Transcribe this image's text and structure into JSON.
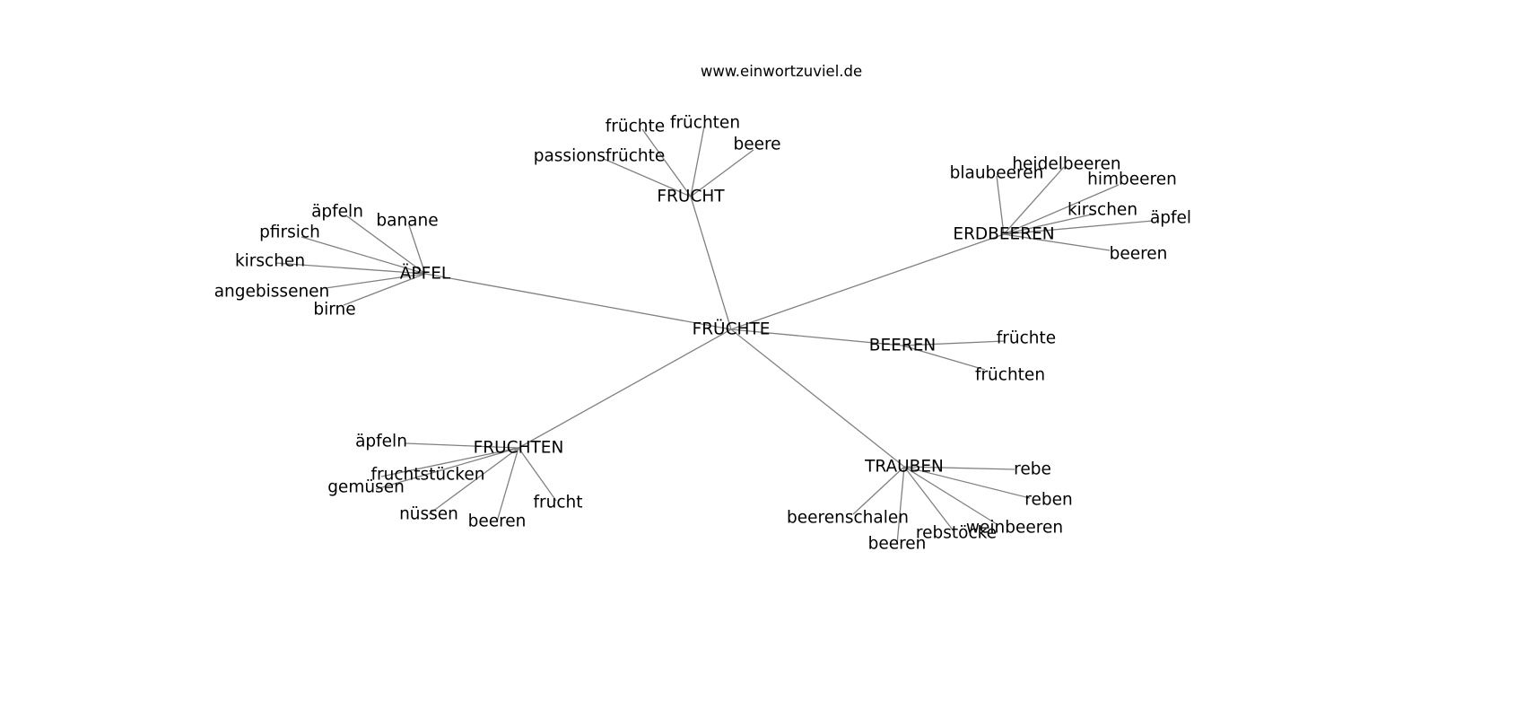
{
  "site_title": "www.einwortzuviel.de",
  "graph": {
    "root": "FRÜCHTE",
    "clusters": [
      {
        "label": "FRUCHT",
        "words": [
          "früchte",
          "früchten",
          "beere",
          "passionsfrüchte"
        ]
      },
      {
        "label": "ÄPFEL",
        "words": [
          "äpfeln",
          "banane",
          "pfirsich",
          "kirschen",
          "angebissenen",
          "birne"
        ]
      },
      {
        "label": "ERDBEEREN",
        "words": [
          "blaubeeren",
          "heidelbeeren",
          "himbeeren",
          "kirschen",
          "äpfel",
          "beeren"
        ]
      },
      {
        "label": "BEEREN",
        "words": [
          "früchte",
          "früchten"
        ]
      },
      {
        "label": "FRUCHTEN",
        "words": [
          "äpfeln",
          "fruchtstücken",
          "gemüsen",
          "nüssen",
          "beeren",
          "frucht"
        ]
      },
      {
        "label": "TRAUBEN",
        "words": [
          "rebe",
          "reben",
          "weinbeeren",
          "rebstöcke",
          "beeren",
          "beerenschalen"
        ]
      }
    ]
  }
}
